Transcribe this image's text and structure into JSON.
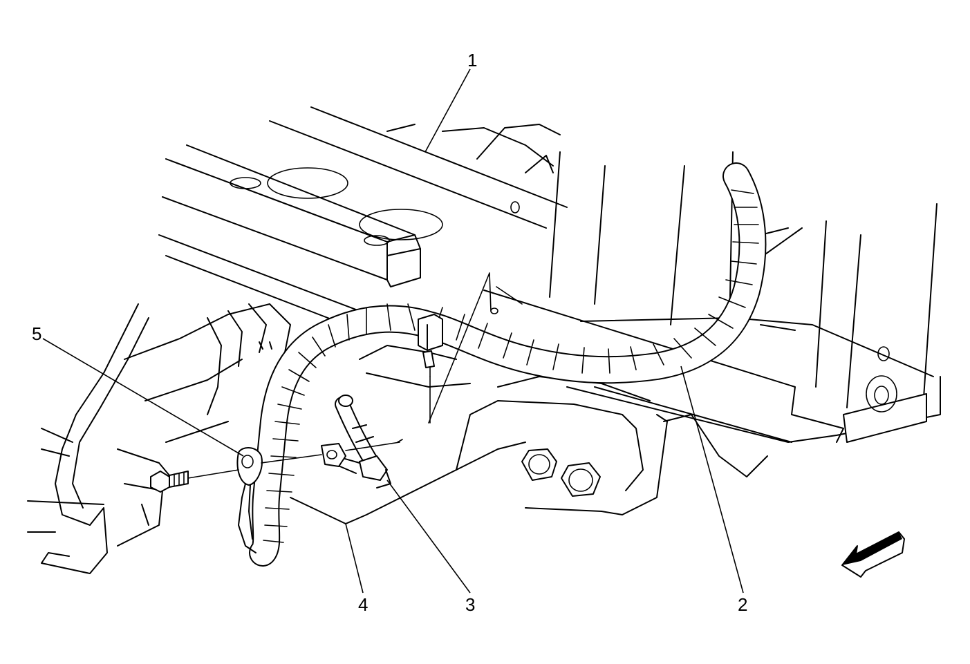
{
  "figure": {
    "callouts": [
      {
        "id": "1",
        "label": "1"
      },
      {
        "id": "2",
        "label": "2"
      },
      {
        "id": "3",
        "label": "3"
      },
      {
        "id": "4",
        "label": "4"
      },
      {
        "id": "5",
        "label": "5"
      }
    ],
    "direction_indicator": "front-arrow-icon"
  }
}
